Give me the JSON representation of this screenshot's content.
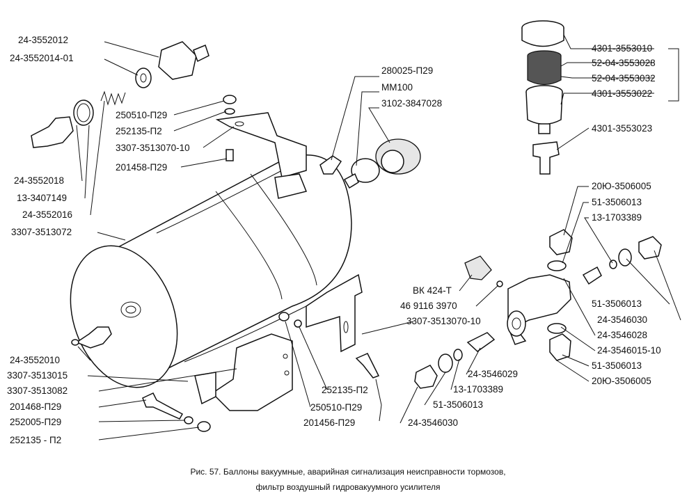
{
  "labels": {
    "l01": "24-3552012",
    "l02": "24-3552014-01",
    "l03": "24-3552018",
    "l04": "13-3407149",
    "l05": "24-3552016",
    "l06": "3307-3513072",
    "l07": "250510-П29",
    "l08": "252135-П2",
    "l09": "3307-3513070-10",
    "l10": "201458-П29",
    "l11": "280025-П29",
    "l12": "ММ100",
    "l13": "3102-3847028",
    "l14": "4301-3553010",
    "l15": "52-04-3553028",
    "l16": "52-04-3553032",
    "l17": "4301-3553022",
    "l18": "4301-3553023",
    "l19": "20Ю-3506005",
    "l20": "51-3506013",
    "l21": "13-1703389",
    "l22": "ВК 424-Т",
    "l23": "46 9116 3970",
    "l24": "51-3506013",
    "l25": "24-3546030",
    "l26": "24-3546028",
    "l27": "24-3546015-10",
    "l28": "51-3506013",
    "l29": "20Ю-3506005",
    "l30": "3307-3513070-10",
    "l31": "24-3546029",
    "l32": "13-1703389",
    "l33": "51-3506013",
    "l34": "24-3546030",
    "l35": "24-3552010",
    "l36": "3307-3513015",
    "l37": "3307-3513082",
    "l38": "201468-П29",
    "l39": "252005-П29",
    "l40": "252135 - П2",
    "l41": "252135-П2",
    "l42": "250510-П29",
    "l43": "201456-П29"
  },
  "caption": {
    "line1": "Рис. 57. Баллоны вакуумные, аварийная сигнализация неисправности тормозов,",
    "line2": "фильтр воздушный гидровакуумного усилителя"
  }
}
